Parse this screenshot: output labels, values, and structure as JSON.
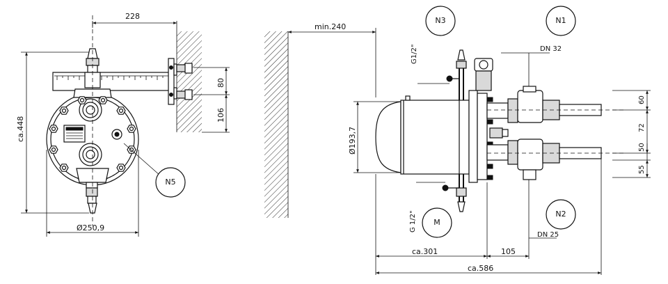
{
  "dimensions": {
    "d228": "228",
    "d80": "80",
    "d106": "106",
    "dca448": "ca.448",
    "d2509": "Ø250,9",
    "min240": "min.240",
    "dn32": "DN 32",
    "g12top": "G1/2\"",
    "g12bot": "G 1/2\"",
    "d60": "60",
    "d72": "72",
    "d50": "50",
    "d55": "55",
    "d1937": "Ø193,7",
    "dn25": "DN 25",
    "ca301": "ca.301",
    "d105": "105",
    "ca586": "ca.586"
  },
  "bubbles": {
    "n3": "N3",
    "n1": "N1",
    "n5": "N5",
    "n2": "N2",
    "m": "M"
  },
  "colors": {
    "line": "#111111",
    "background": "#ffffff",
    "hatch": "#111111"
  }
}
